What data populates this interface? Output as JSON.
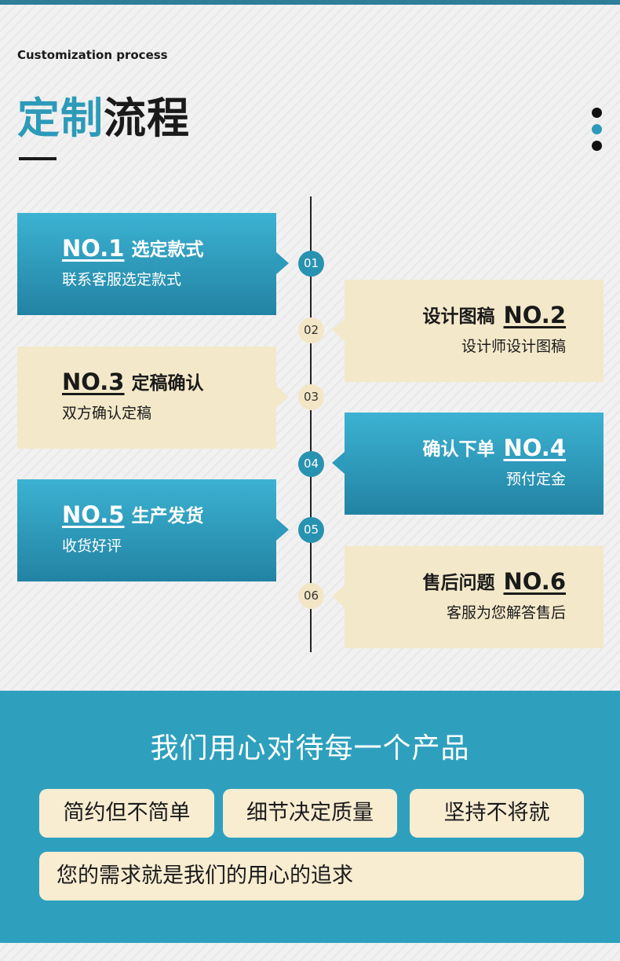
{
  "header": {
    "en_title": "Customization process",
    "title_part_blue": "定制",
    "title_part_dark": "流程"
  },
  "steps": [
    {
      "number": "NO.1",
      "title": "选定款式",
      "subtitle": "联系客服选定款式",
      "node": "01"
    },
    {
      "number": "NO.2",
      "title": "设计图稿",
      "subtitle": "设计师设计图稿",
      "node": "02"
    },
    {
      "number": "NO.3",
      "title": "定稿确认",
      "subtitle": "双方确认定稿",
      "node": "03"
    },
    {
      "number": "NO.4",
      "title": "确认下单",
      "subtitle": "预付定金",
      "node": "04"
    },
    {
      "number": "NO.5",
      "title": "生产发货",
      "subtitle": "收货好评",
      "node": "05"
    },
    {
      "number": "NO.6",
      "title": "售后问题",
      "subtitle": "客服为您解答售后",
      "node": "06"
    }
  ],
  "footer": {
    "title": "我们用心对待每一个产品",
    "tags": [
      "简约但不简单",
      "细节决定质量",
      "坚持不将就"
    ],
    "tagline": "您的需求就是我们的用心的追求"
  },
  "colors": {
    "accent_blue": "#2c9ab8",
    "card_blue_top": "#3cb2d2",
    "card_blue_bottom": "#2283a4",
    "cream": "#f3e8c9",
    "footer_bg": "#2ea0be"
  }
}
